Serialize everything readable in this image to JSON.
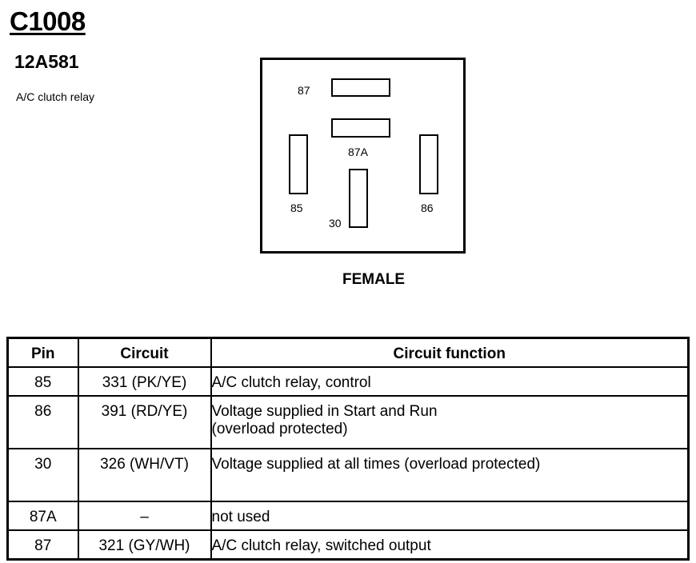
{
  "connector": {
    "id": "C1008",
    "part_number": "12A581",
    "description": "A/C clutch relay",
    "gender": "FEMALE"
  },
  "face_pins": {
    "p87": "87",
    "p87a": "87A",
    "p85": "85",
    "p86": "86",
    "p30": "30"
  },
  "table": {
    "headers": {
      "pin": "Pin",
      "circuit": "Circuit",
      "function": "Circuit function"
    },
    "rows": [
      {
        "pin": "85",
        "circuit": "331 (PK/YE)",
        "function_line1": "A/C clutch relay, control",
        "function_line2": ""
      },
      {
        "pin": "86",
        "circuit": "391 (RD/YE)",
        "function_line1": "Voltage supplied in Start and Run",
        "function_line2": "(overload protected)"
      },
      {
        "pin": "30",
        "circuit": "326 (WH/VT)",
        "function_line1": "Voltage supplied at all times (overload protected)",
        "function_line2": ""
      },
      {
        "pin": "87A",
        "circuit": "–",
        "function_line1": "not used",
        "function_line2": ""
      },
      {
        "pin": "87",
        "circuit": "321 (GY/WH)",
        "function_line1": "A/C clutch relay, switched output",
        "function_line2": ""
      }
    ]
  }
}
